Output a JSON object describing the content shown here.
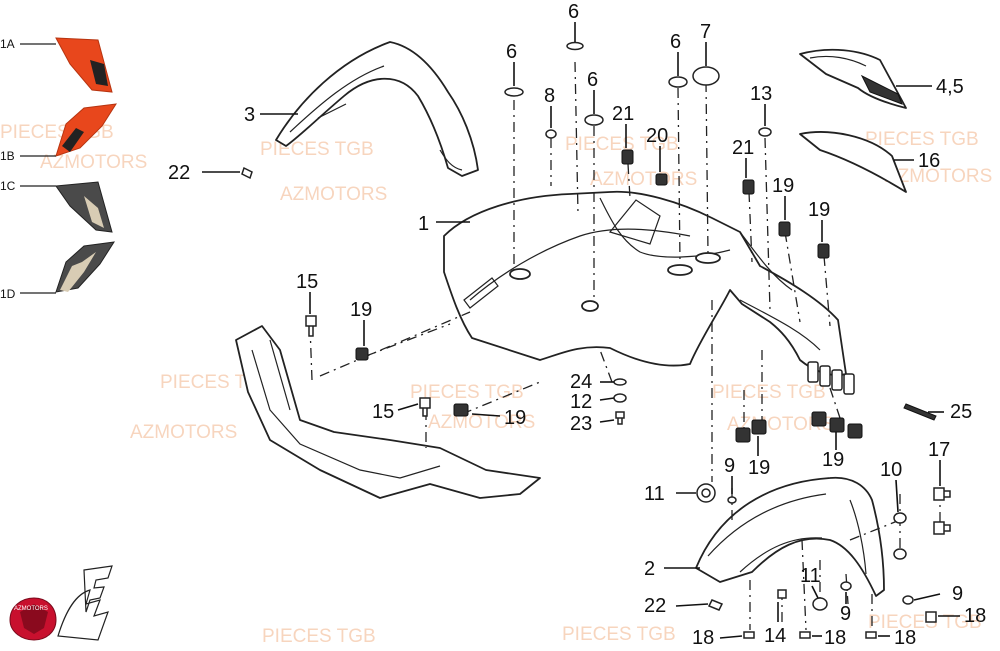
{
  "watermarks": {
    "a": "PIECES TGB",
    "b": "AZMOTORS"
  },
  "logo": {
    "brand_text": "AZMOTORS",
    "mark_color": "#c8102e"
  },
  "decal_labels": [
    "1A",
    "1B",
    "1C",
    "1D"
  ],
  "callouts": {
    "c1": "1",
    "c2": "2",
    "c3": "3",
    "c45": "4,5",
    "c6a": "6",
    "c6b": "6",
    "c6c": "6",
    "c6d": "6",
    "c7": "7",
    "c8": "8",
    "c9a": "9",
    "c9b": "9",
    "c9c": "9",
    "c10": "10",
    "c11a": "11",
    "c11b": "11",
    "c12": "12",
    "c13": "13",
    "c14": "14",
    "c15a": "15",
    "c15b": "15",
    "c16": "16",
    "c17": "17",
    "c18a": "18",
    "c18b": "18",
    "c18c": "18",
    "c18d": "18",
    "c19a": "19",
    "c19b": "19",
    "c19c": "19",
    "c19d": "19",
    "c19e": "19",
    "c19f": "19",
    "c20": "20",
    "c21a": "21",
    "c21b": "21",
    "c22a": "22",
    "c22b": "22",
    "c23": "23",
    "c24": "24",
    "c25": "25"
  },
  "colors": {
    "decal_red": "#e8471c",
    "decal_dark": "#4a4a4a",
    "decal_beige": "#d8ccb4",
    "watermark": "#f2b38a"
  }
}
